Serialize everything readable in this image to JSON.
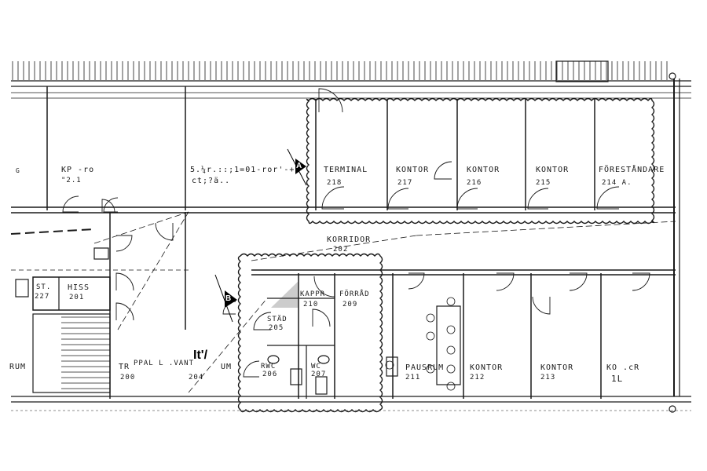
{
  "rooms": {
    "r221": {
      "name": "KP -ro",
      "number": "\"2.1"
    },
    "r222": {
      "name": "5.¼r.::;1=01-ror'-+",
      "number": "ct;?ä.."
    },
    "r218": {
      "name": "TERMINAL",
      "number": "218"
    },
    "r217": {
      "name": "KONTOR",
      "number": "217"
    },
    "r216": {
      "name": "KONTOR",
      "number": "216"
    },
    "r215": {
      "name": "KONTOR",
      "number": "215"
    },
    "r214": {
      "name": "FÖRESTÅNDARE",
      "number": "214 A."
    },
    "corridor": {
      "name": "KORRIDOR",
      "number": "202"
    },
    "r227": {
      "name": "ST.",
      "number": "227"
    },
    "r201": {
      "name": "HISS",
      "number": "201"
    },
    "r210": {
      "name": "KAPPR",
      "number": "210"
    },
    "r209": {
      "name": "FÖRRÅD",
      "number": "209"
    },
    "r205": {
      "name": "STÄD",
      "number": "205"
    },
    "r206": {
      "name": "RWC",
      "number": "206"
    },
    "r207": {
      "name": "WC",
      "number": "207"
    },
    "r211": {
      "name": "PAUSRUM",
      "number": "211"
    },
    "r212": {
      "name": "KONTOR",
      "number": "212"
    },
    "r213": {
      "name": "KONTOR",
      "number": "213"
    },
    "r_right": {
      "name": "KO .cR",
      "number": "1L"
    },
    "r200": {
      "name": "TR",
      "number": "200"
    },
    "r204": {
      "name": "PPAL L .VANT",
      "number": "204"
    },
    "r_left": {
      "name": "RUM",
      "number": "G"
    },
    "r_left_um": {
      "name": "UM",
      "number": ""
    }
  },
  "marks": {
    "handwritten": "It'/",
    "section_a": "A",
    "section_b": "B"
  }
}
